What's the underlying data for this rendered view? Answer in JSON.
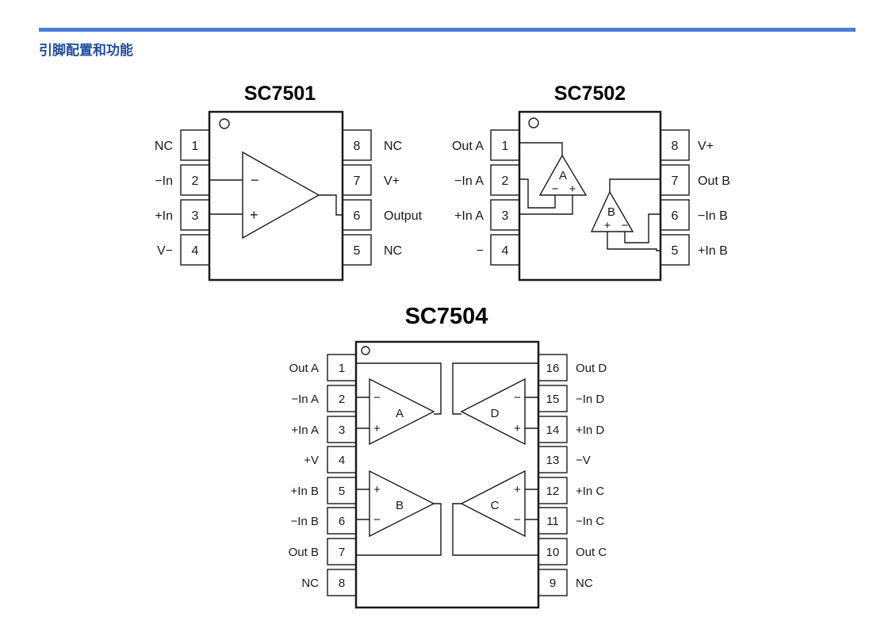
{
  "page": {
    "accent": "#4a7fd4",
    "heading_color": "#1f4e9c",
    "section_title": "引脚配置和功能"
  },
  "sc7501": {
    "name": "SC7501",
    "left_pins": [
      {
        "num": "1",
        "label": "NC"
      },
      {
        "num": "2",
        "label": "−In"
      },
      {
        "num": "3",
        "label": "+In"
      },
      {
        "num": "4",
        "label": "V−"
      }
    ],
    "right_pins": [
      {
        "num": "8",
        "label": "NC"
      },
      {
        "num": "7",
        "label": "V+"
      },
      {
        "num": "6",
        "label": "Output"
      },
      {
        "num": "5",
        "label": "NC"
      }
    ],
    "amp": {
      "minus": "−",
      "plus": "+"
    }
  },
  "sc7502": {
    "name": "SC7502",
    "left_pins": [
      {
        "num": "1",
        "label": "Out A"
      },
      {
        "num": "2",
        "label": "−In A"
      },
      {
        "num": "3",
        "label": "+In A"
      },
      {
        "num": "4",
        "label": "−"
      }
    ],
    "right_pins": [
      {
        "num": "8",
        "label": "V+"
      },
      {
        "num": "7",
        "label": "Out B"
      },
      {
        "num": "6",
        "label": "−In B"
      },
      {
        "num": "5",
        "label": "+In B"
      }
    ],
    "amp_a": {
      "name": "A",
      "minus": "−",
      "plus": "+"
    },
    "amp_b": {
      "name": "B",
      "plus": "+",
      "minus": "−"
    }
  },
  "sc7504": {
    "name": "SC7504",
    "left_pins": [
      {
        "num": "1",
        "label": "Out A"
      },
      {
        "num": "2",
        "label": "−In A"
      },
      {
        "num": "3",
        "label": "+In A"
      },
      {
        "num": "4",
        "label": "+V"
      },
      {
        "num": "5",
        "label": "+In B"
      },
      {
        "num": "6",
        "label": "−In B"
      },
      {
        "num": "7",
        "label": "Out B"
      },
      {
        "num": "8",
        "label": "NC"
      }
    ],
    "right_pins": [
      {
        "num": "16",
        "label": "Out D"
      },
      {
        "num": "15",
        "label": "−In D"
      },
      {
        "num": "14",
        "label": "+In D"
      },
      {
        "num": "13",
        "label": "−V"
      },
      {
        "num": "12",
        "label": "+In C"
      },
      {
        "num": "11",
        "label": "−In C"
      },
      {
        "num": "10",
        "label": "Out C"
      },
      {
        "num": "9",
        "label": "NC"
      }
    ],
    "amps": {
      "a": {
        "name": "A",
        "minus": "−",
        "plus": "+"
      },
      "b": {
        "name": "B",
        "plus": "+",
        "minus": "−"
      },
      "c": {
        "name": "C",
        "plus": "+",
        "minus": "−"
      },
      "d": {
        "name": "D",
        "minus": "−",
        "plus": "+"
      }
    }
  }
}
